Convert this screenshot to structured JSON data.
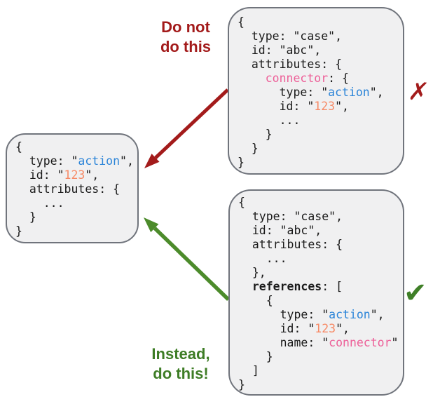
{
  "colors": {
    "dont_red": "#a31b1b",
    "do_green": "#3e7d26",
    "arrow_green": "#4c8b2b",
    "check_green": "#3f7f27",
    "token_blue": "#2b84d8",
    "token_orange": "#f78a66",
    "token_pink": "#ed5f98",
    "code_plain": "#1b1b1b",
    "box_fill": "#f0f0f1",
    "box_border": "#70747c"
  },
  "annotations": {
    "dont_label": "Do not\ndo this",
    "do_label": "Instead,\ndo this!",
    "x_mark": "✗",
    "check_mark": "✔"
  },
  "code_boxes": {
    "target": {
      "description": "referenced action object",
      "lines": [
        [
          {
            "t": "{"
          }
        ],
        [
          {
            "t": "  type: \""
          },
          {
            "t": "action",
            "c": "blue"
          },
          {
            "t": "\","
          }
        ],
        [
          {
            "t": "  id: \""
          },
          {
            "t": "123",
            "c": "orange"
          },
          {
            "t": "\","
          }
        ],
        [
          {
            "t": "  attributes: {"
          }
        ],
        [
          {
            "t": "    ..."
          }
        ],
        [
          {
            "t": "  }"
          }
        ],
        [
          {
            "t": "}"
          }
        ]
      ]
    },
    "bad": {
      "description": "case object embedding connector",
      "lines": [
        [
          {
            "t": "{"
          }
        ],
        [
          {
            "t": "  type: \"case\","
          }
        ],
        [
          {
            "t": "  id: \"abc\","
          }
        ],
        [
          {
            "t": "  attributes: {"
          }
        ],
        [
          {
            "t": "    "
          },
          {
            "t": "connector",
            "c": "pink"
          },
          {
            "t": ": {"
          }
        ],
        [
          {
            "t": "      type: \""
          },
          {
            "t": "action",
            "c": "blue"
          },
          {
            "t": "\","
          }
        ],
        [
          {
            "t": "      id: \""
          },
          {
            "t": "123",
            "c": "orange"
          },
          {
            "t": "\","
          }
        ],
        [
          {
            "t": "      ..."
          }
        ],
        [
          {
            "t": "    }"
          }
        ],
        [
          {
            "t": "  }"
          }
        ],
        [
          {
            "t": "}"
          }
        ]
      ]
    },
    "good": {
      "description": "case object using references array",
      "lines": [
        [
          {
            "t": "{"
          }
        ],
        [
          {
            "t": "  type: \"case\","
          }
        ],
        [
          {
            "t": "  id: \"abc\","
          }
        ],
        [
          {
            "t": "  attributes: {"
          }
        ],
        [
          {
            "t": "    ..."
          }
        ],
        [
          {
            "t": "  },"
          }
        ],
        [
          {
            "t": "  "
          },
          {
            "t": "references",
            "c": "bold"
          },
          {
            "t": ": ["
          }
        ],
        [
          {
            "t": "    {"
          }
        ],
        [
          {
            "t": "      type: \""
          },
          {
            "t": "action",
            "c": "blue"
          },
          {
            "t": "\","
          }
        ],
        [
          {
            "t": "      id: \""
          },
          {
            "t": "123",
            "c": "orange"
          },
          {
            "t": "\","
          }
        ],
        [
          {
            "t": "      name: \""
          },
          {
            "t": "connector",
            "c": "pink"
          },
          {
            "t": "\""
          }
        ],
        [
          {
            "t": "    }"
          }
        ],
        [
          {
            "t": "  ]"
          }
        ],
        [
          {
            "t": "}"
          }
        ]
      ]
    }
  }
}
